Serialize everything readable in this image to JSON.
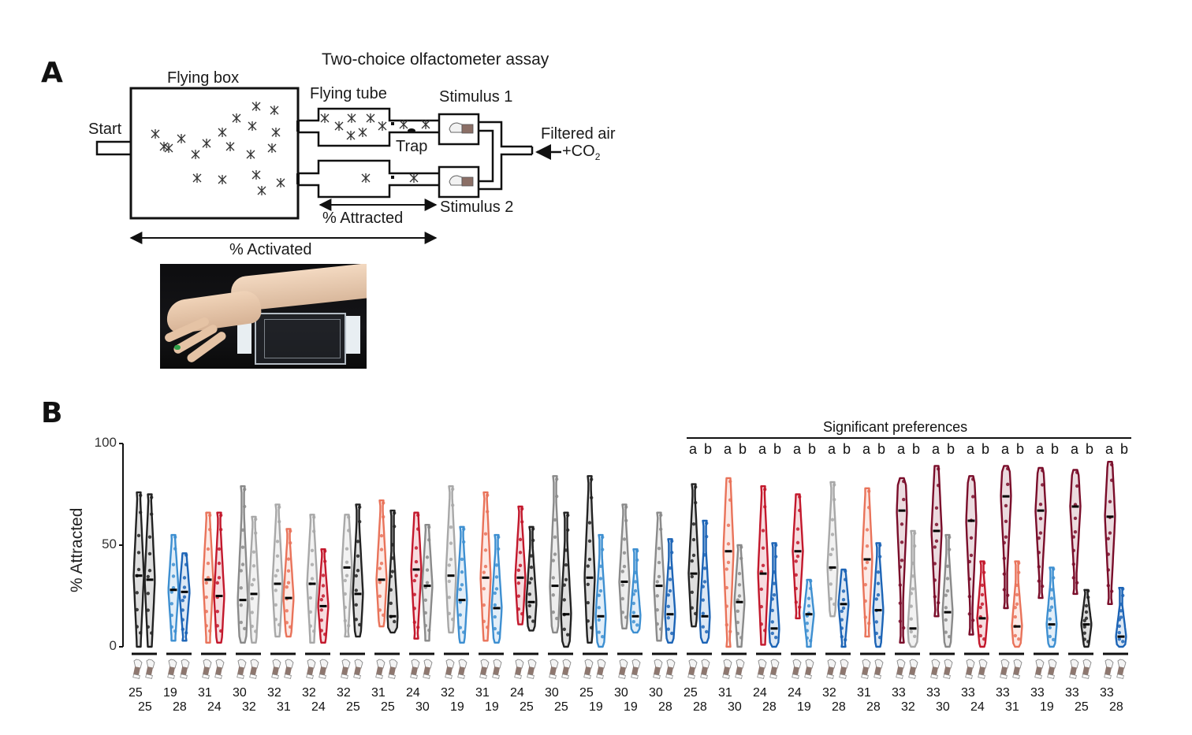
{
  "panels": {
    "a": {
      "label": "A",
      "title": "Two-choice olfactometer assay",
      "labels": {
        "flying_box": "Flying box",
        "flying_tube": "Flying tube",
        "stimulus_1": "Stimulus 1",
        "stimulus_2": "Stimulus 2",
        "start": "Start",
        "trap": "Trap",
        "filtered_air": "Filtered air",
        "co2": "+CO",
        "co2_sub": "2",
        "attracted": "% Attracted",
        "activated": "% Activated"
      },
      "photo": "mannequin-arm-over-trap-box"
    },
    "b": {
      "label": "B"
    }
  },
  "chart_data": {
    "type": "violin",
    "title": "",
    "ylabel": "% Attracted",
    "xlabel": "",
    "ylim": [
      0,
      100
    ],
    "yticks": [
      0,
      50,
      100
    ],
    "grid": false,
    "significance_label": "Significant preferences",
    "significance_letters": "a b",
    "significant_from_pair_index": 16,
    "stimulus_colors": {
      "19": "#3d8fd1",
      "24": "#c3182c",
      "25": "#222222",
      "28": "#1c64b6",
      "30": "#8a8a8a",
      "31": "#e9735a",
      "32": "#a8a8a8",
      "33": "#7a0d2a"
    },
    "pairs": [
      {
        "a": "25",
        "b": "25",
        "a_stats": {
          "min": 0,
          "max": 76,
          "median": 35
        },
        "b_stats": {
          "min": 0,
          "max": 75,
          "median": 33
        }
      },
      {
        "a": "19",
        "b": "28",
        "a_stats": {
          "min": 3,
          "max": 55,
          "median": 28
        },
        "b_stats": {
          "min": 3,
          "max": 46,
          "median": 27
        }
      },
      {
        "a": "31",
        "b": "24",
        "a_stats": {
          "min": 2,
          "max": 66,
          "median": 33
        },
        "b_stats": {
          "min": 2,
          "max": 66,
          "median": 25
        }
      },
      {
        "a": "30",
        "b": "32",
        "a_stats": {
          "min": 2,
          "max": 79,
          "median": 23
        },
        "b_stats": {
          "min": 2,
          "max": 64,
          "median": 26
        }
      },
      {
        "a": "32",
        "b": "31",
        "a_stats": {
          "min": 5,
          "max": 70,
          "median": 31
        },
        "b_stats": {
          "min": 5,
          "max": 58,
          "median": 24
        }
      },
      {
        "a": "32",
        "b": "24",
        "a_stats": {
          "min": 2,
          "max": 65,
          "median": 31
        },
        "b_stats": {
          "min": 2,
          "max": 48,
          "median": 20
        }
      },
      {
        "a": "32",
        "b": "25",
        "a_stats": {
          "min": 5,
          "max": 65,
          "median": 39
        },
        "b_stats": {
          "min": 5,
          "max": 70,
          "median": 26
        }
      },
      {
        "a": "31",
        "b": "25",
        "a_stats": {
          "min": 10,
          "max": 72,
          "median": 33
        },
        "b_stats": {
          "min": 7,
          "max": 67,
          "median": 15
        }
      },
      {
        "a": "24",
        "b": "30",
        "a_stats": {
          "min": 4,
          "max": 66,
          "median": 38
        },
        "b_stats": {
          "min": 3,
          "max": 60,
          "median": 30
        }
      },
      {
        "a": "32",
        "b": "19",
        "a_stats": {
          "min": 7,
          "max": 79,
          "median": 35
        },
        "b_stats": {
          "min": 2,
          "max": 59,
          "median": 23
        }
      },
      {
        "a": "31",
        "b": "19",
        "a_stats": {
          "min": 3,
          "max": 76,
          "median": 34
        },
        "b_stats": {
          "min": 2,
          "max": 55,
          "median": 19
        }
      },
      {
        "a": "24",
        "b": "25",
        "a_stats": {
          "min": 11,
          "max": 69,
          "median": 34
        },
        "b_stats": {
          "min": 8,
          "max": 59,
          "median": 22
        }
      },
      {
        "a": "30",
        "b": "25",
        "a_stats": {
          "min": 7,
          "max": 84,
          "median": 30
        },
        "b_stats": {
          "min": 0,
          "max": 66,
          "median": 16
        }
      },
      {
        "a": "25",
        "b": "19",
        "a_stats": {
          "min": 2,
          "max": 84,
          "median": 34
        },
        "b_stats": {
          "min": 0,
          "max": 55,
          "median": 15
        }
      },
      {
        "a": "30",
        "b": "19",
        "a_stats": {
          "min": 9,
          "max": 70,
          "median": 32
        },
        "b_stats": {
          "min": 7,
          "max": 48,
          "median": 15
        }
      },
      {
        "a": "30",
        "b": "28",
        "a_stats": {
          "min": 3,
          "max": 66,
          "median": 30
        },
        "b_stats": {
          "min": 2,
          "max": 53,
          "median": 16
        }
      },
      {
        "a": "25",
        "b": "28",
        "a_stats": {
          "min": 10,
          "max": 80,
          "median": 36
        },
        "b_stats": {
          "min": 2,
          "max": 62,
          "median": 15
        }
      },
      {
        "a": "31",
        "b": "30",
        "a_stats": {
          "min": 0,
          "max": 83,
          "median": 47
        },
        "b_stats": {
          "min": 0,
          "max": 50,
          "median": 22
        }
      },
      {
        "a": "24",
        "b": "28",
        "a_stats": {
          "min": 1,
          "max": 79,
          "median": 36
        },
        "b_stats": {
          "min": 0,
          "max": 51,
          "median": 9
        }
      },
      {
        "a": "24",
        "b": "19",
        "a_stats": {
          "min": 14,
          "max": 75,
          "median": 47
        },
        "b_stats": {
          "min": 0,
          "max": 33,
          "median": 16
        }
      },
      {
        "a": "32",
        "b": "28",
        "a_stats": {
          "min": 15,
          "max": 81,
          "median": 39
        },
        "b_stats": {
          "min": 0,
          "max": 38,
          "median": 21
        }
      },
      {
        "a": "31",
        "b": "28",
        "a_stats": {
          "min": 5,
          "max": 78,
          "median": 43
        },
        "b_stats": {
          "min": 0,
          "max": 51,
          "median": 18
        }
      },
      {
        "a": "33",
        "b": "32",
        "a_stats": {
          "min": 2,
          "max": 83,
          "median": 67
        },
        "b_stats": {
          "min": 0,
          "max": 57,
          "median": 9
        }
      },
      {
        "a": "33",
        "b": "30",
        "a_stats": {
          "min": 15,
          "max": 89,
          "median": 57
        },
        "b_stats": {
          "min": 0,
          "max": 55,
          "median": 17
        }
      },
      {
        "a": "33",
        "b": "24",
        "a_stats": {
          "min": 6,
          "max": 84,
          "median": 62
        },
        "b_stats": {
          "min": 0,
          "max": 42,
          "median": 14
        }
      },
      {
        "a": "33",
        "b": "31",
        "a_stats": {
          "min": 19,
          "max": 89,
          "median": 74
        },
        "b_stats": {
          "min": 0,
          "max": 42,
          "median": 10
        }
      },
      {
        "a": "33",
        "b": "19",
        "a_stats": {
          "min": 24,
          "max": 88,
          "median": 67
        },
        "b_stats": {
          "min": 0,
          "max": 39,
          "median": 11
        }
      },
      {
        "a": "33",
        "b": "25",
        "a_stats": {
          "min": 26,
          "max": 87,
          "median": 69
        },
        "b_stats": {
          "min": 0,
          "max": 28,
          "median": 11
        }
      },
      {
        "a": "33",
        "b": "28",
        "a_stats": {
          "min": 21,
          "max": 91,
          "median": 64
        },
        "b_stats": {
          "min": 0,
          "max": 29,
          "median": 5
        }
      }
    ]
  }
}
